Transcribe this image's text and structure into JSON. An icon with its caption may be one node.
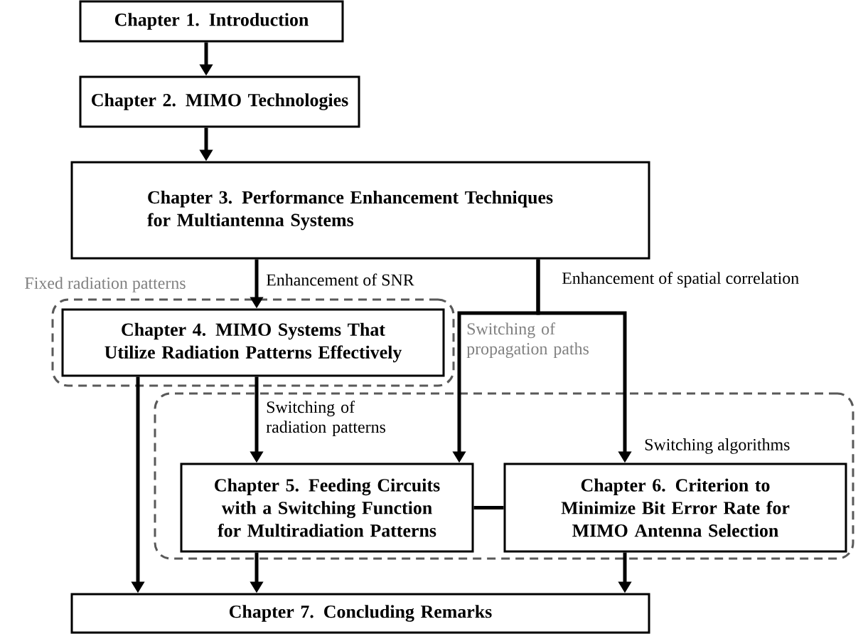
{
  "diagram": {
    "nodes": [
      {
        "text": [
          "Chapter 1. Introduction"
        ]
      },
      {
        "text": [
          "Chapter 2. MIMO Technologies"
        ]
      },
      {
        "text": [
          "Chapter 3. Performance Enhancement Techniques for Multiantenna Systems"
        ]
      },
      {
        "text": [
          "Fixed radiation patterns"
        ]
      },
      {
        "text": [
          "Chapter 4. MIMO Systems That Utilize Radiation Patterns Effectively"
        ],
        "in": 3
      },
      {
        "text": [
          "Switching algorithms"
        ]
      },
      {
        "text": [
          "Chapter 5. Feeding Circuits with a Switching Function for Multiradiation Patterns"
        ],
        "in": 5
      },
      {
        "text": [
          "Chapter 6. Criterion to Minimize Bit Error Rate for MIMO Antenna Selection"
        ],
        "in": 5
      },
      {
        "text": [
          "Chapter 7. Concluding Remarks"
        ]
      }
    ],
    "edges": [
      {
        "from": 0,
        "to": 1,
        "arrow": "to"
      },
      {
        "from": 1,
        "to": 2,
        "arrow": "to"
      },
      {
        "from": 2,
        "to": 4,
        "arrow": "to",
        "label": "Enhancement of SNR"
      },
      {
        "from": 2,
        "to": 6,
        "arrow": "to",
        "label": "Switching of propagation paths"
      },
      {
        "from": 2,
        "to": 7,
        "arrow": "to",
        "label": "Enhancement of spatial correlation"
      },
      {
        "from": 4,
        "to": 6,
        "arrow": "to",
        "label": "Switching of radiation patterns"
      },
      {
        "from": 4,
        "to": 8,
        "arrow": "to"
      },
      {
        "from": 6,
        "to": 7,
        "arrow": "none"
      },
      {
        "from": 6,
        "to": 8,
        "arrow": "to"
      },
      {
        "from": 7,
        "to": 8,
        "arrow": "to"
      }
    ]
  }
}
